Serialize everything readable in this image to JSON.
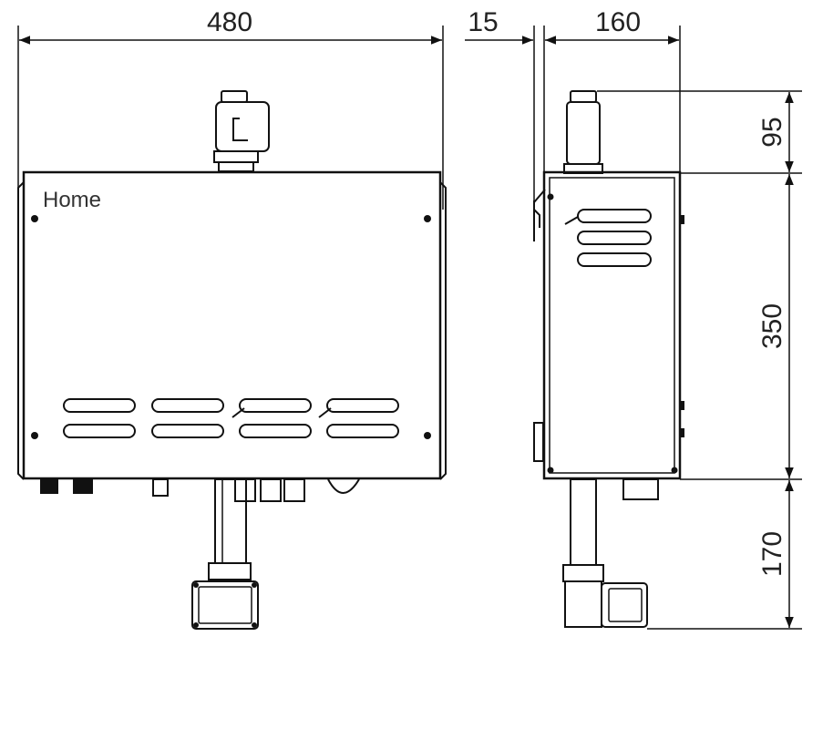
{
  "brand": {
    "label": "Home"
  },
  "dimensions": {
    "front_width": "480",
    "side_offset": "15",
    "side_depth": "160",
    "top_height": "95",
    "body_height": "350",
    "bottom_height": "170"
  },
  "colors": {
    "line": "#111111",
    "text": "#222222",
    "background": "#ffffff"
  }
}
